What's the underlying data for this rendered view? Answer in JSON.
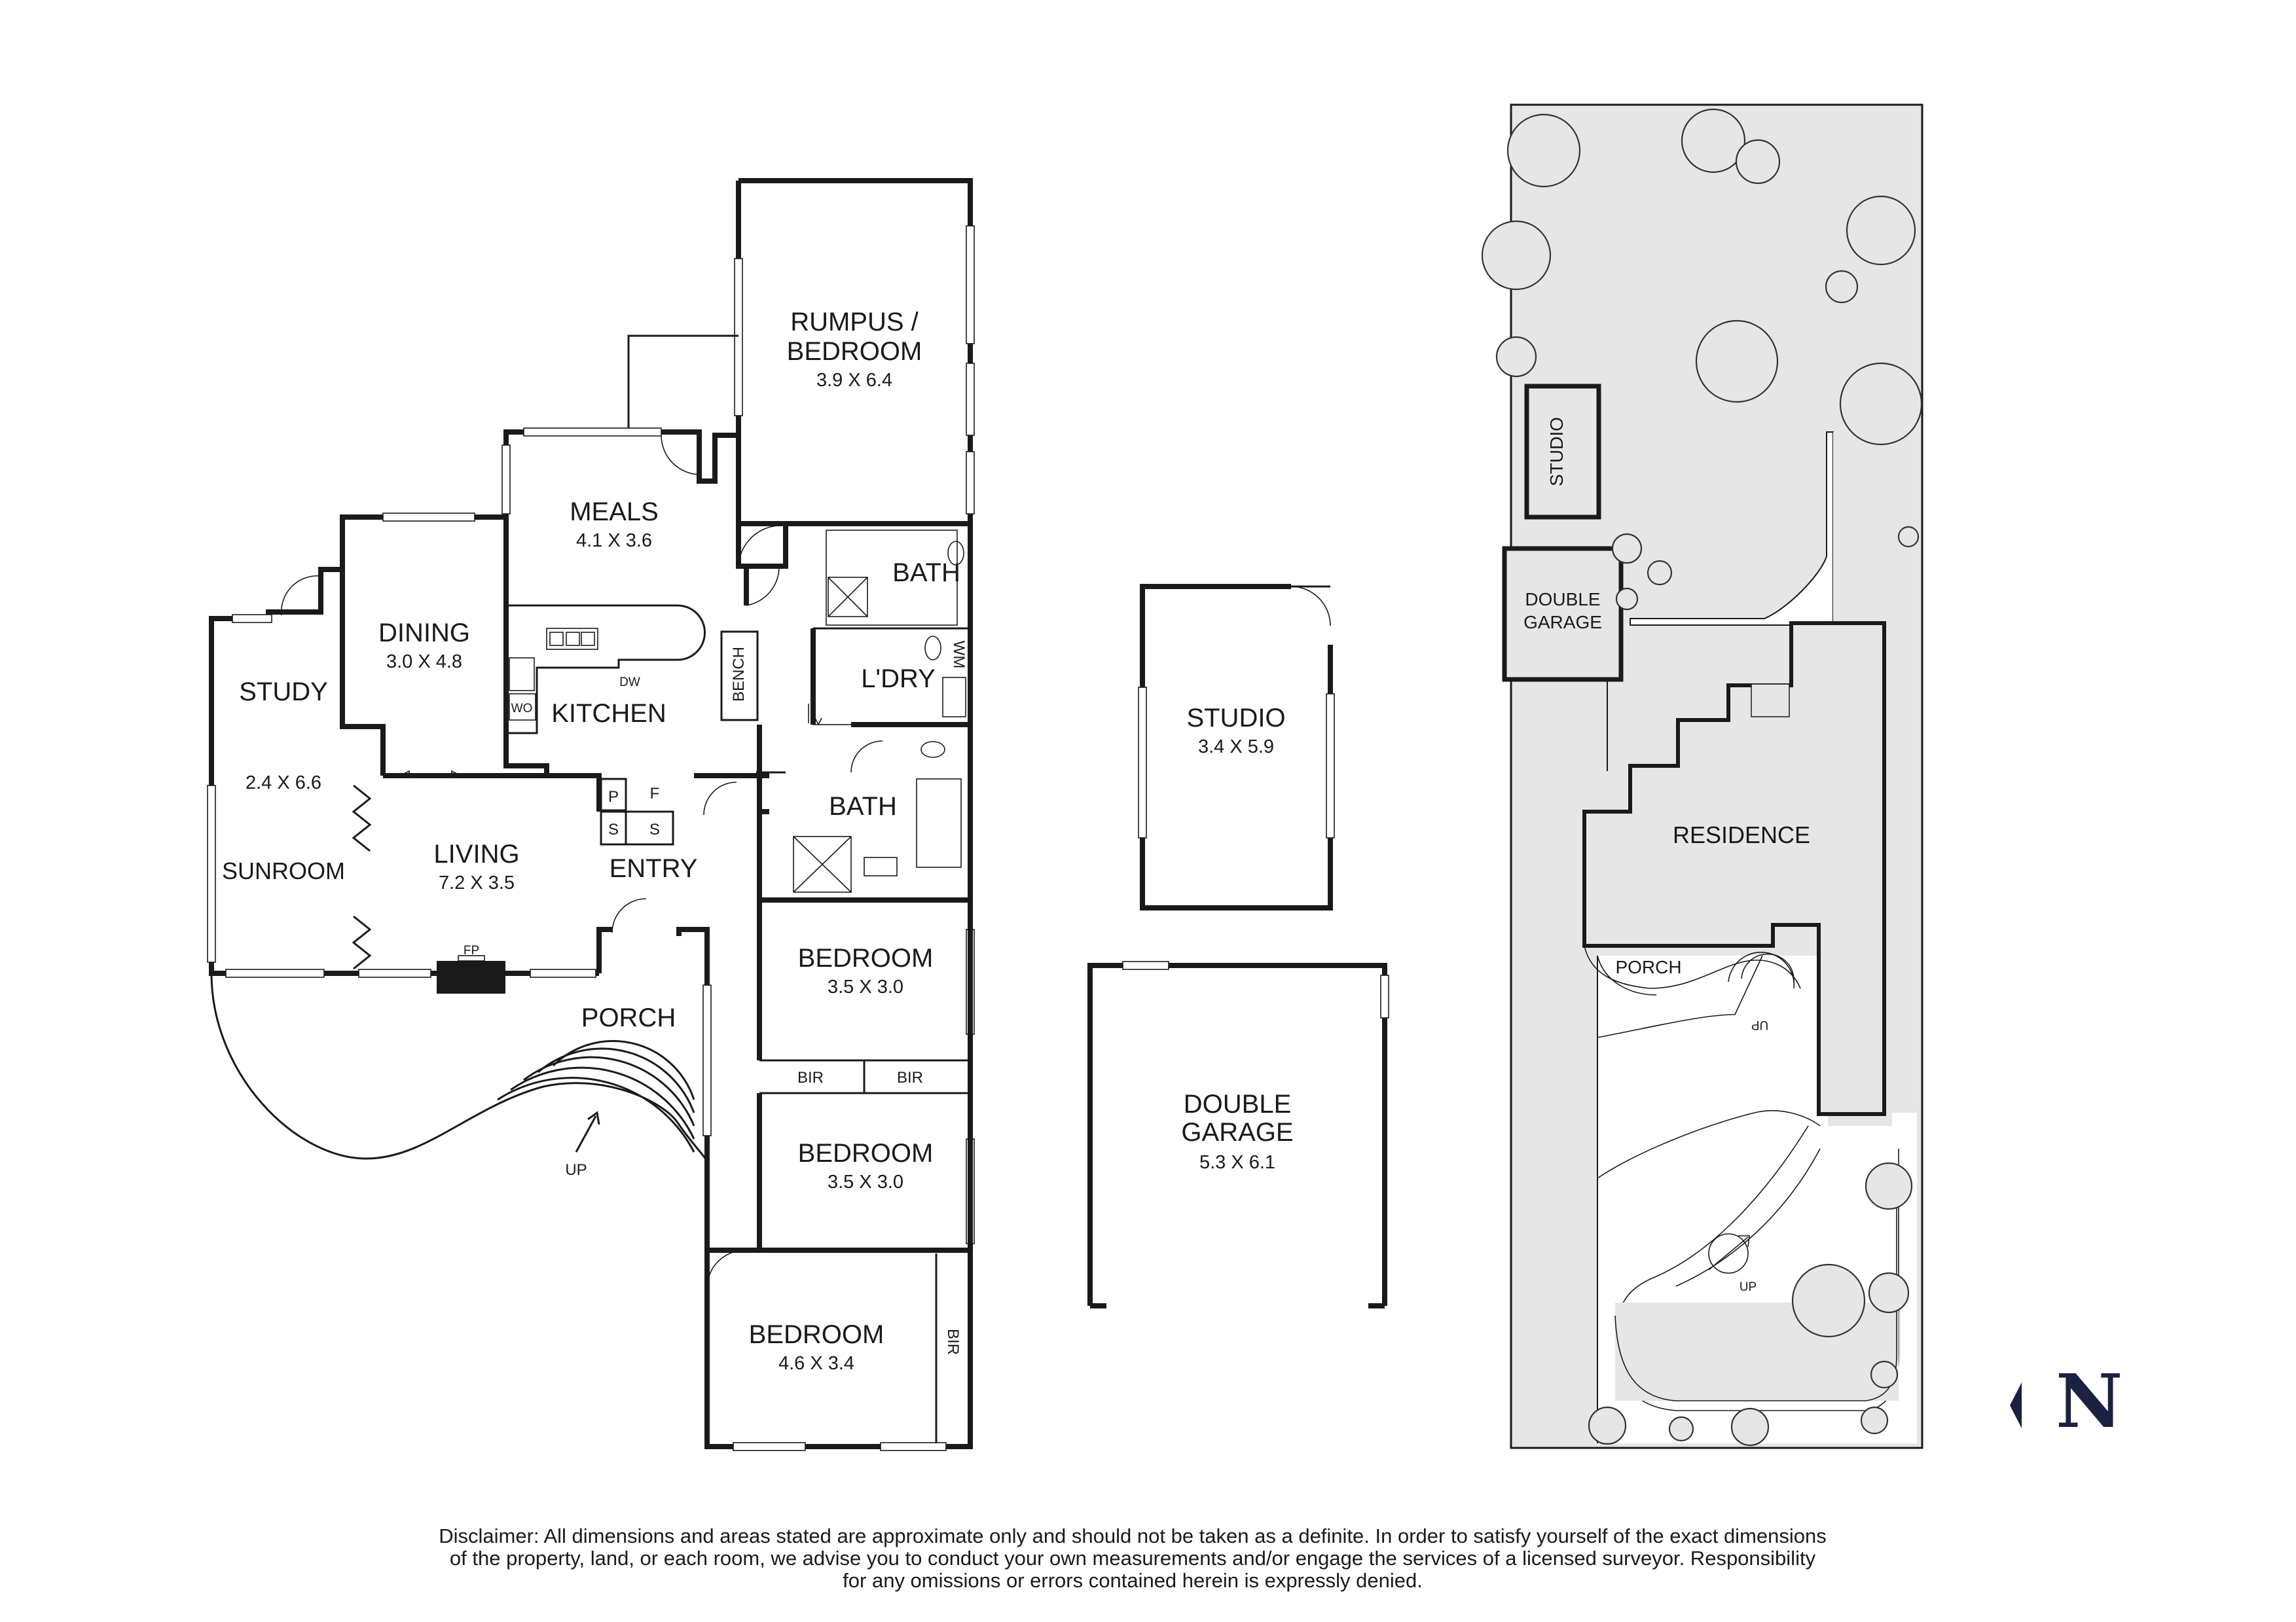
{
  "rooms": [
    {
      "id": "rumpus",
      "name_lines": [
        "RUMPUS /",
        "BEDROOM"
      ],
      "dims": "3.9 X 6.4"
    },
    {
      "id": "meals",
      "name_lines": [
        "MEALS"
      ],
      "dims": "4.1 X 3.6"
    },
    {
      "id": "dining",
      "name_lines": [
        "DINING"
      ],
      "dims": "3.0 X 4.8"
    },
    {
      "id": "study",
      "name_lines": [
        "STUDY"
      ],
      "dims": "2.4 X 6.6"
    },
    {
      "id": "sunroom",
      "name_lines": [
        "SUNROOM"
      ],
      "dims": ""
    },
    {
      "id": "kitchen",
      "name_lines": [
        "KITCHEN"
      ],
      "dims": ""
    },
    {
      "id": "living",
      "name_lines": [
        "LIVING"
      ],
      "dims": "7.2 X 3.5"
    },
    {
      "id": "entry",
      "name_lines": [
        "ENTRY"
      ],
      "dims": ""
    },
    {
      "id": "porch",
      "name_lines": [
        "PORCH"
      ],
      "dims": ""
    },
    {
      "id": "bath1",
      "name_lines": [
        "BATH"
      ],
      "dims": ""
    },
    {
      "id": "laundry",
      "name_lines": [
        "L'DRY"
      ],
      "dims": ""
    },
    {
      "id": "bath2",
      "name_lines": [
        "BATH"
      ],
      "dims": ""
    },
    {
      "id": "bed1",
      "name_lines": [
        "BEDROOM"
      ],
      "dims": "3.5 X 3.0"
    },
    {
      "id": "bed2",
      "name_lines": [
        "BEDROOM"
      ],
      "dims": "3.5 X 3.0"
    },
    {
      "id": "bed3",
      "name_lines": [
        "BEDROOM"
      ],
      "dims": "4.6 X 3.4"
    },
    {
      "id": "studio",
      "name_lines": [
        "STUDIO"
      ],
      "dims": "3.4 X 5.9"
    },
    {
      "id": "garage",
      "name_lines": [
        "DOUBLE",
        "GARAGE"
      ],
      "dims": "5.3 X 6.1"
    }
  ],
  "fixtures": {
    "bench": "BENCH",
    "dw": "DW",
    "wo": "WO",
    "wm": "WM",
    "fp": "FP",
    "p": "P",
    "s1": "S",
    "f": "F",
    "s2": "S",
    "bir1": "BIR",
    "bir2": "BIR",
    "bir3": "BIR",
    "up": "UP"
  },
  "site": {
    "studio": "STUDIO",
    "garage_lines": [
      "DOUBLE",
      "GARAGE"
    ],
    "residence": "RESIDENCE",
    "porch": "PORCH",
    "up_porch": "UP",
    "up_path": "UP"
  },
  "compass": {
    "letter": "N"
  },
  "disclaimer": [
    "Disclaimer: All dimensions and areas stated are approximate only and should not be taken as a definite. In order to satisfy yourself of the exact dimensions",
    "of the property, land, or each room, we advise you to conduct your own measurements and/or engage the services of a licensed surveyor. Responsibility",
    "for any omissions or errors contained herein is expressly denied."
  ],
  "colors": {
    "ink": "#1a1a1a",
    "site_fill": "#e6e6e6",
    "compass": "#1b2140"
  }
}
